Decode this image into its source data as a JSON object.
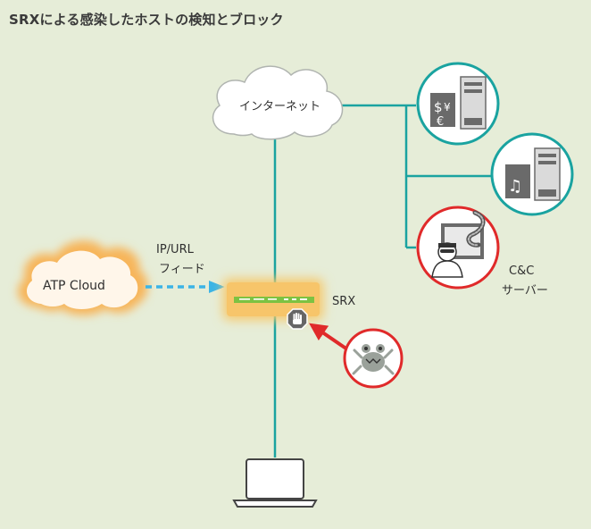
{
  "title": "SRXによる感染したホストの検知とブロック",
  "labels": {
    "internet": "インターネット",
    "atp_cloud": "ATP Cloud",
    "feed_line1": "IP/URL",
    "feed_line2": "フィード",
    "srx": "SRX",
    "cc_line1": "C&C",
    "cc_line2": "サーバー"
  },
  "colors": {
    "background": "#e6edd8",
    "link": "#1aa3a0",
    "threat": "#e02a2a",
    "feed_arrow": "#3bb4e6",
    "srx_glow": "#f6c86a",
    "srx_device": "#7dc242"
  },
  "icons": [
    "cloud-icon",
    "currency-server-icon",
    "music-server-icon",
    "hacker-server-icon",
    "malware-frog-icon",
    "block-hand-icon",
    "laptop-icon"
  ]
}
